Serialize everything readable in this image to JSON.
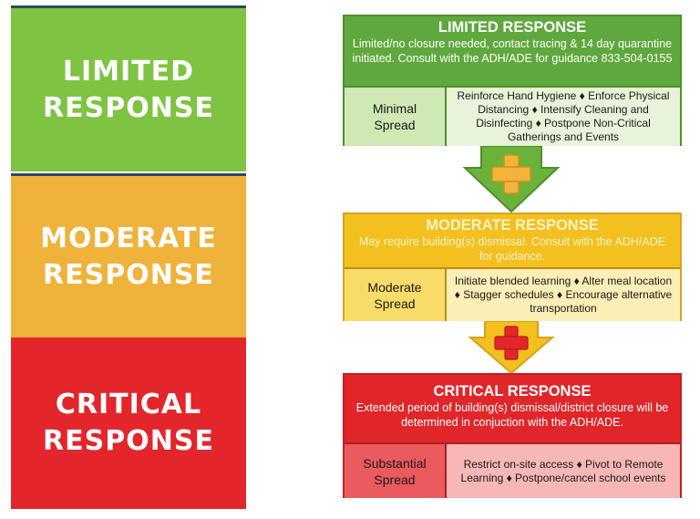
{
  "left_panel": {
    "limited": "LIMITED\nRESPONSE",
    "moderate": "MODERATE\nRESPONSE",
    "critical": "CRITICAL\nRESPONSE"
  },
  "limited": {
    "title": "LIMITED RESPONSE",
    "description": "Limited/no closure needed, contact tracing & 14 day quarantine initiated.  Consult with the ADH/ADE for guidance 833-504-0155",
    "level": "Minimal\nSpread",
    "actions": "Reinforce Hand Hygiene ♦ Enforce Physical Distancing ♦ Intensify Cleaning and Disinfecting ♦ Postpone Non-Critical Gatherings and Events"
  },
  "moderate": {
    "title": "MODERATE RESPONSE",
    "description": "May require building(s) dismissal.  Consult with the ADH/ADE for guidance.",
    "level": "Moderate\nSpread",
    "actions": "Initiate blended learning ♦ Alter meal location ♦ Stagger schedules ♦ Encourage alternative transportation"
  },
  "critical": {
    "title": "CRITICAL RESPONSE",
    "description": "Extended period of building(s) dismissal/district closure will be determined in conjuction with the ADH/ADE.",
    "level": "Substantial\nSpread",
    "actions": "Restrict on-site access ♦ Pivot to Remote Learning ♦ Postpone/cancel school events"
  },
  "colors": {
    "green": "#7fc342",
    "orange": "#efb23a",
    "red": "#e3262b",
    "plus_green_arrow": "#f1b53a",
    "plus_yellow_arrow": "#e3262b"
  },
  "icons": [
    "plus-icon",
    "plus-icon"
  ]
}
